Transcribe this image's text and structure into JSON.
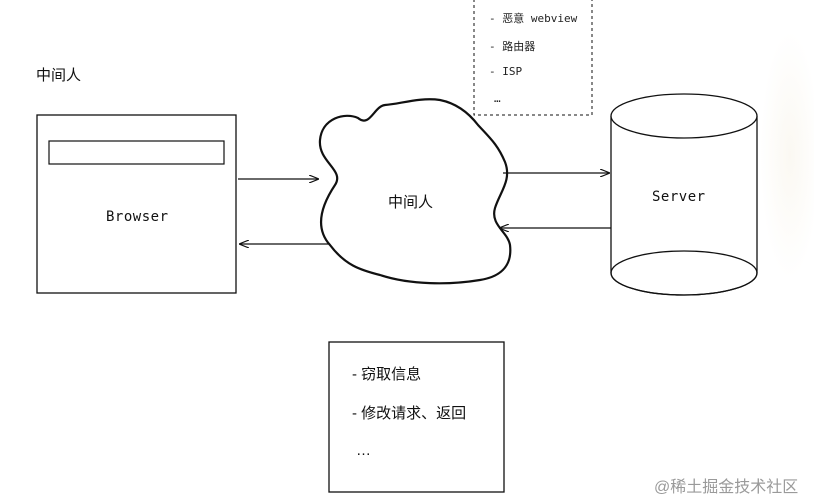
{
  "diagram": {
    "top_left_title": "中间人",
    "browser_label": "Browser",
    "cloud_label": "中间人",
    "server_label": "Server",
    "attackers_box": {
      "items": [
        "- 恶意 webview",
        "- 路由器",
        "- ISP",
        "…"
      ]
    },
    "actions_box": {
      "items": [
        "- 窃取信息",
        "- 修改请求、返回",
        "…"
      ]
    },
    "watermark": "@稀土掘金技术社区"
  }
}
